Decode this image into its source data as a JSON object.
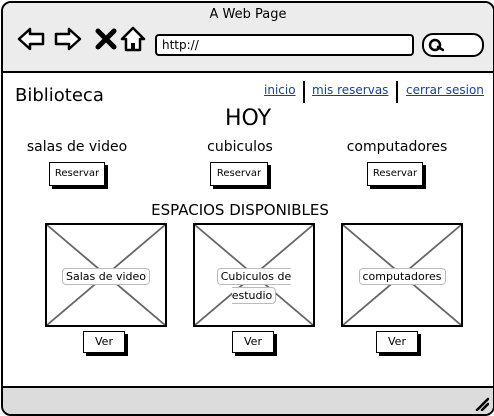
{
  "window": {
    "title": "A Web Page"
  },
  "browser": {
    "url": "http://"
  },
  "header": {
    "site_title": "Biblioteca",
    "links": [
      "inicio",
      "mis reservas",
      "cerrar sesion"
    ]
  },
  "main": {
    "heading": "HOY",
    "categories": [
      {
        "label": "salas de video",
        "button": "Reservar"
      },
      {
        "label": "cubiculos",
        "button": "Reservar"
      },
      {
        "label": "computadores",
        "button": "Reservar"
      }
    ],
    "spaces_heading": "ESPACIOS DISPONIBLES",
    "spaces": [
      {
        "label": "Salas de video",
        "button": "Ver"
      },
      {
        "label": "Cubiculos de estudio",
        "button": "Ver"
      },
      {
        "label": "computadores",
        "button": "Ver"
      }
    ]
  },
  "icons": [
    "back-arrow-icon",
    "forward-arrow-icon",
    "close-x-icon",
    "home-icon",
    "search-icon",
    "resize-grip-icon"
  ],
  "colors": {
    "link": "#1e3f8a",
    "chrome": "#ececec",
    "status_bar": "#dcdcdc"
  }
}
